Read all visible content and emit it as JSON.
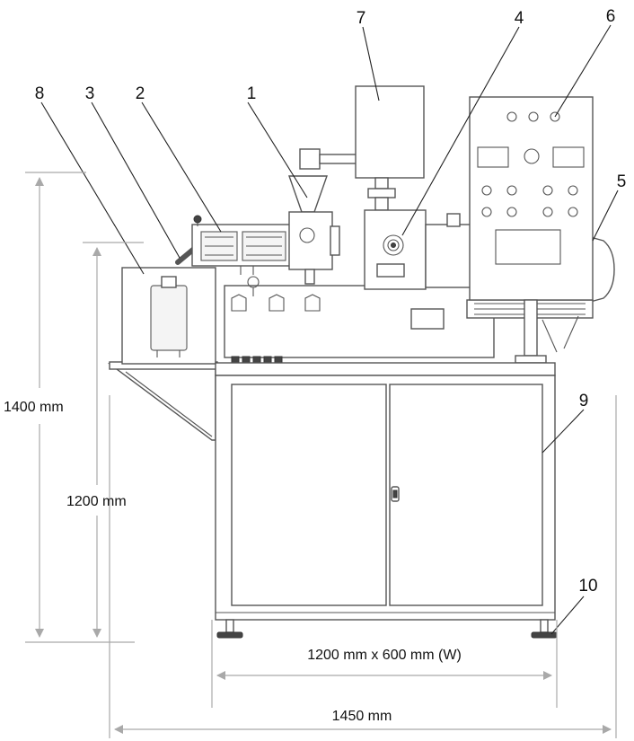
{
  "callouts": {
    "c1": "1",
    "c2": "2",
    "c3": "3",
    "c4": "4",
    "c5": "5",
    "c6": "6",
    "c7": "7",
    "c8": "8",
    "c9": "9",
    "c10": "10"
  },
  "dimensions": {
    "total_height": "1400 mm",
    "table_height": "1200 mm",
    "table_size": "1200 mm x 600 mm (W)",
    "total_width": "1450 mm"
  },
  "colors": {
    "line": "#555555",
    "dimension": "#a9a9a9",
    "text": "#111111"
  }
}
